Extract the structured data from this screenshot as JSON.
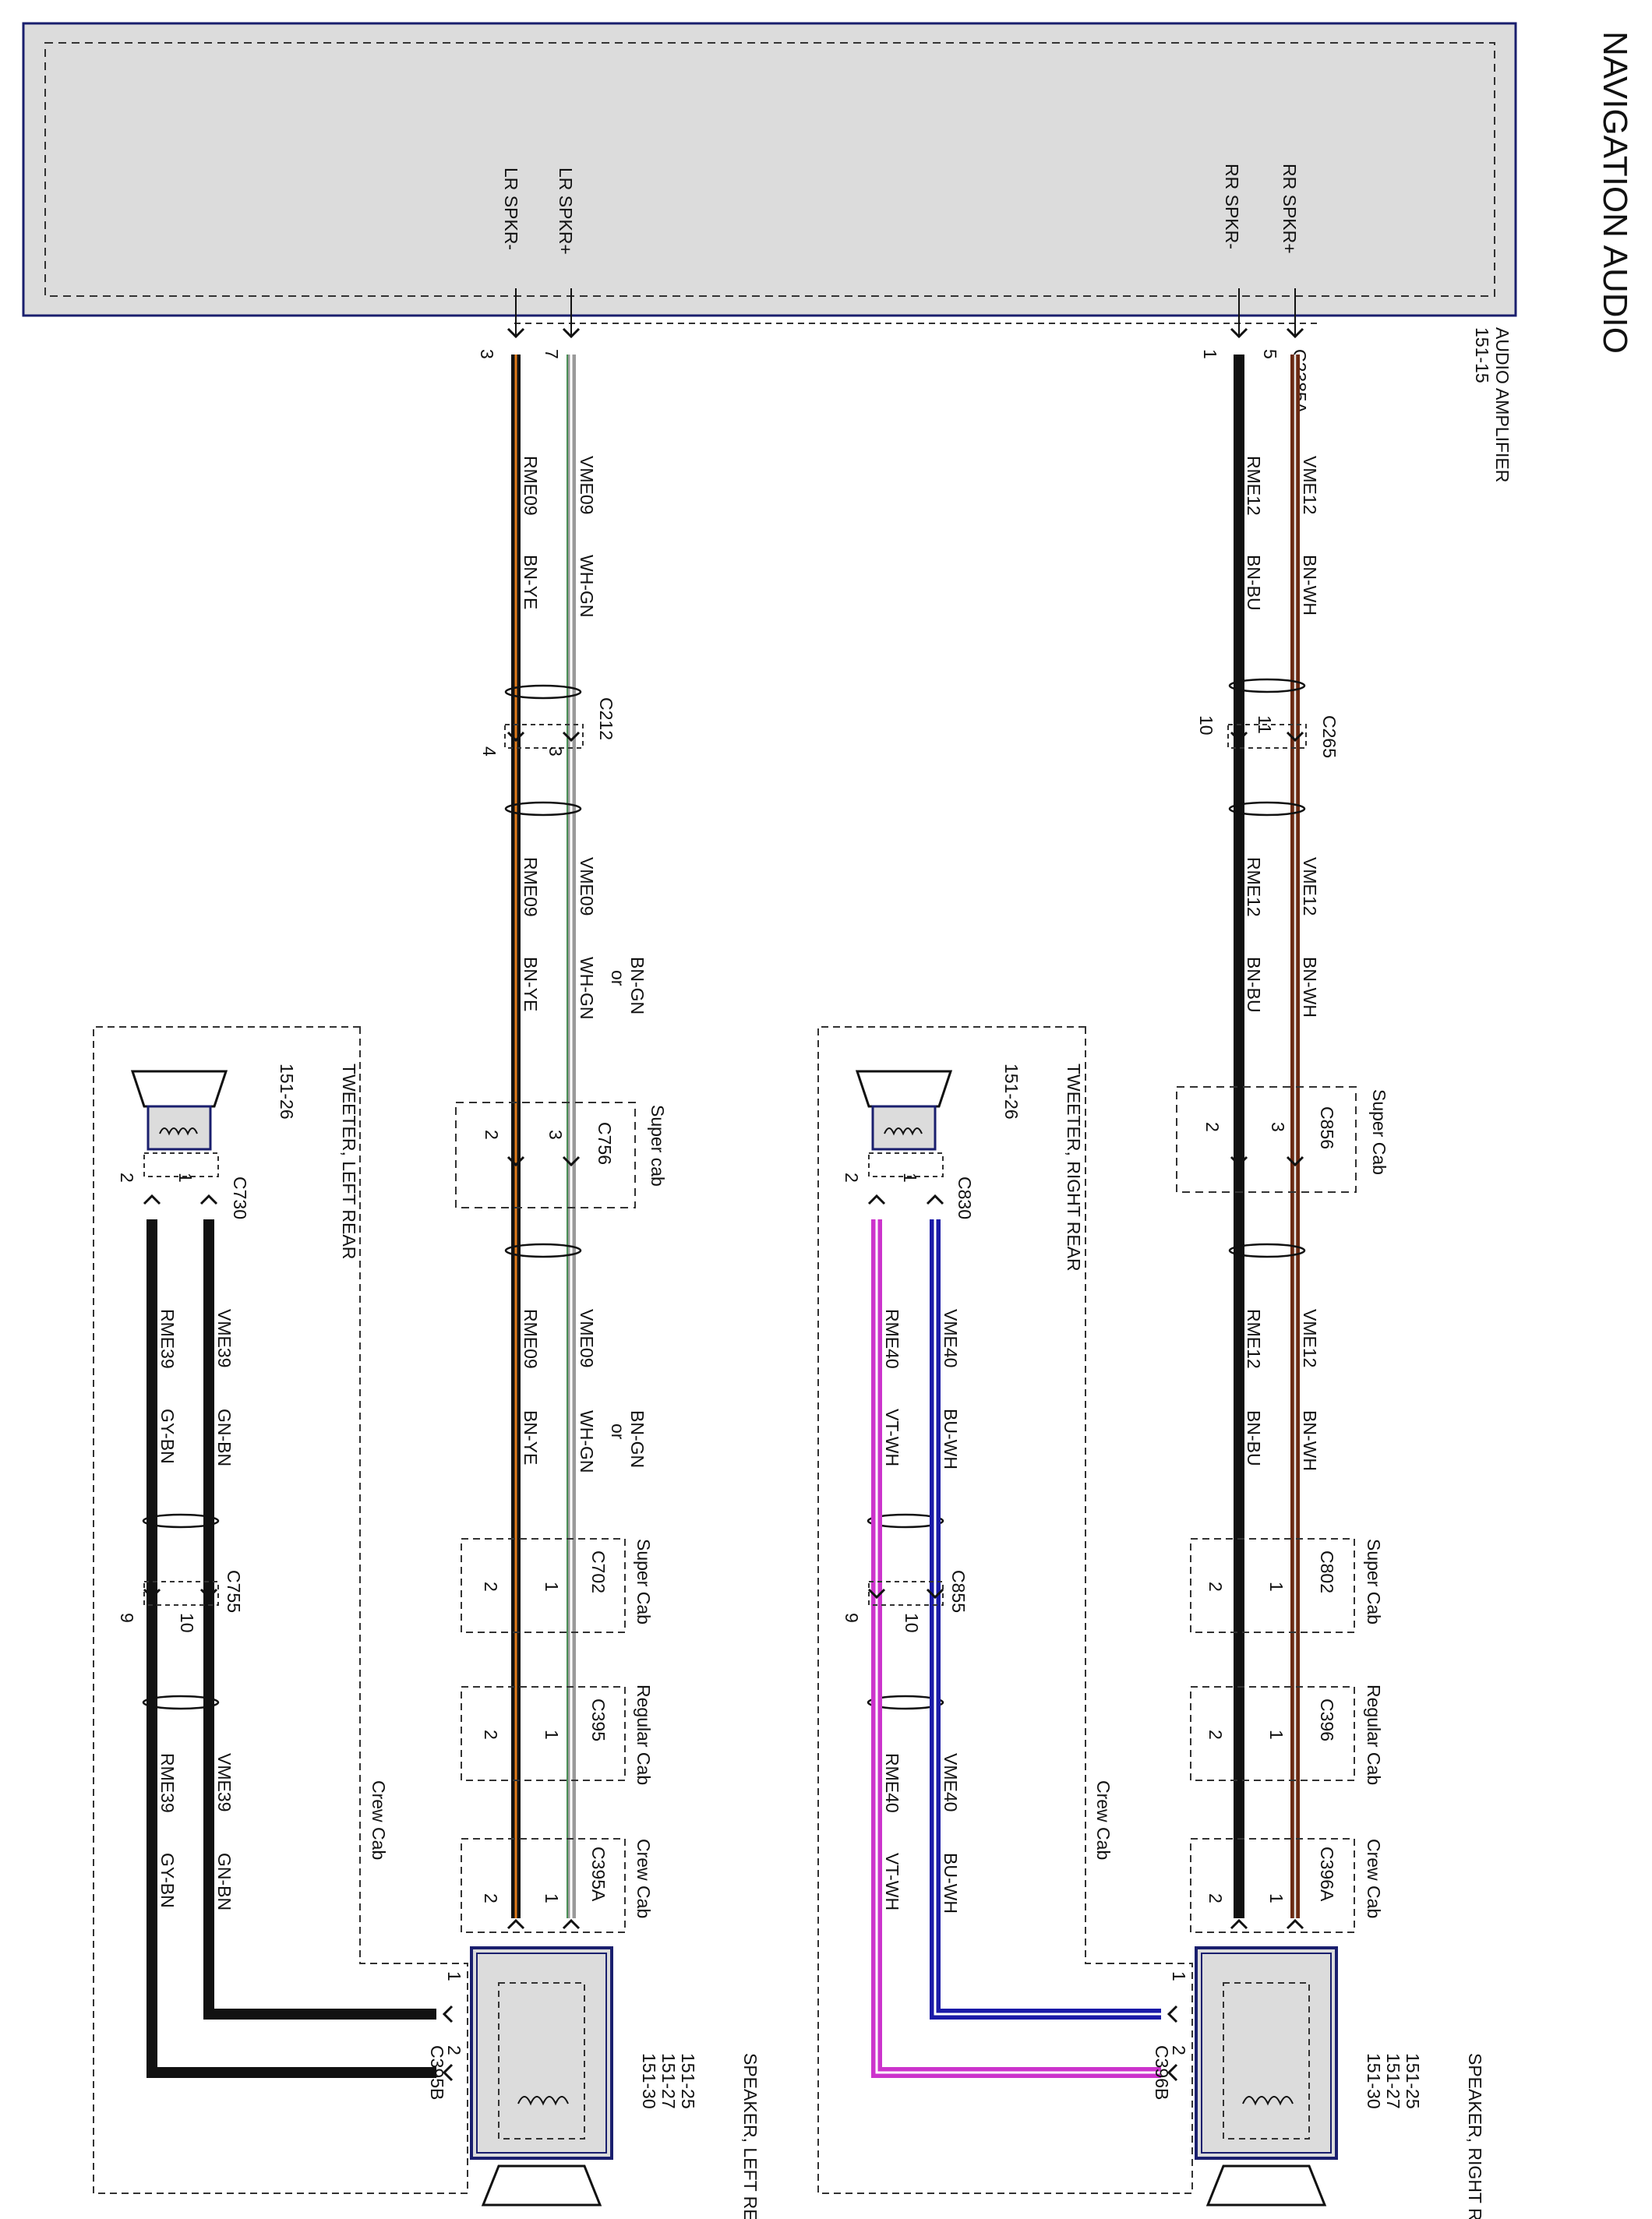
{
  "page": {
    "title": "NAVIGATION AUDIO"
  },
  "amplifier": {
    "name": "AUDIO AMPLIFIER",
    "ref": "151-15",
    "connector": "C2385A",
    "pins": [
      {
        "label": "LR SPKR-",
        "pin": "3"
      },
      {
        "label": "LR SPKR+",
        "pin": "7"
      },
      {
        "label": "RR SPKR-",
        "pin": "1"
      },
      {
        "label": "RR SPKR+",
        "pin": "5"
      }
    ]
  },
  "left_channel": {
    "positive_circuit": "VME09",
    "positive_color": "WH-GN",
    "positive_alt_color": "BN-GN",
    "alt_word": "or",
    "negative_circuit": "RME09",
    "negative_color": "BN-YE",
    "inline_connector": "C212",
    "inline_pins": [
      "3",
      "4"
    ],
    "supercab_connector": "C756",
    "supercab_label": "Super cab",
    "supercab_pins": [
      "3",
      "2"
    ]
  },
  "right_channel": {
    "positive_circuit": "VME12",
    "positive_color": "BN-WH",
    "negative_circuit": "RME12",
    "negative_color": "BN-BU",
    "inline_connector": "C265",
    "inline_pins": [
      "11",
      "10"
    ],
    "supercab_connector": "C856",
    "supercab_label": "Super Cab",
    "supercab_pins": [
      "3",
      "2"
    ]
  },
  "left_connectors": [
    {
      "name": "C702",
      "cab": "Super Cab",
      "pins": [
        "1",
        "2"
      ]
    },
    {
      "name": "C395",
      "cab": "Regular Cab",
      "pins": [
        "1",
        "2"
      ]
    },
    {
      "name": "C395A",
      "cab": "Crew Cab",
      "pins": [
        "1",
        "2"
      ]
    }
  ],
  "right_connectors": [
    {
      "name": "C802",
      "cab": "Super Cab",
      "pins": [
        "1",
        "2"
      ]
    },
    {
      "name": "C396",
      "cab": "Regular Cab",
      "pins": [
        "1",
        "2"
      ]
    },
    {
      "name": "C396A",
      "cab": "Crew Cab",
      "pins": [
        "1",
        "2"
      ]
    }
  ],
  "left_speaker": {
    "name": "SPEAKER, LEFT REAR",
    "refs": [
      "151-25",
      "151-27",
      "151-30"
    ],
    "connector": "C395B",
    "pins": [
      "1",
      "2"
    ]
  },
  "right_speaker": {
    "name": "SPEAKER, RIGHT REAR",
    "refs": [
      "151-25",
      "151-27",
      "151-30"
    ],
    "connector": "C396B",
    "pins": [
      "1",
      "2"
    ]
  },
  "left_tweeter": {
    "name": "TWEETER, LEFT REAR",
    "ref": "151-26",
    "connector": "C730",
    "connector_pins": [
      "1",
      "2"
    ],
    "inline_connector": "C755",
    "inline_pins": [
      "10",
      "9"
    ],
    "positive_circuit": "VME39",
    "positive_color": "GN-BN",
    "negative_circuit": "RME39",
    "negative_color": "GY-BN",
    "group_label": "Crew Cab"
  },
  "right_tweeter": {
    "name": "TWEETER, RIGHT REAR",
    "ref": "151-26",
    "connector": "C830",
    "connector_pins": [
      "1",
      "2"
    ],
    "inline_connector": "C855",
    "inline_pins": [
      "10",
      "9"
    ],
    "positive_circuit": "VME40",
    "positive_color": "BU-WH",
    "negative_circuit": "RME40",
    "negative_color": "VT-WH",
    "group_label": "Crew Cab"
  },
  "colors": {
    "amp_fill": "#dcdcdc",
    "amp_border": "#1a1f6e",
    "wire_black": "#111111",
    "wire_brown": "#8b4513",
    "wire_orange": "#e07a1a",
    "wire_gray": "#9a9a9a",
    "wire_green": "#2e8b3e",
    "wire_blue": "#1a1aa8",
    "wire_magenta": "#cc33cc"
  }
}
